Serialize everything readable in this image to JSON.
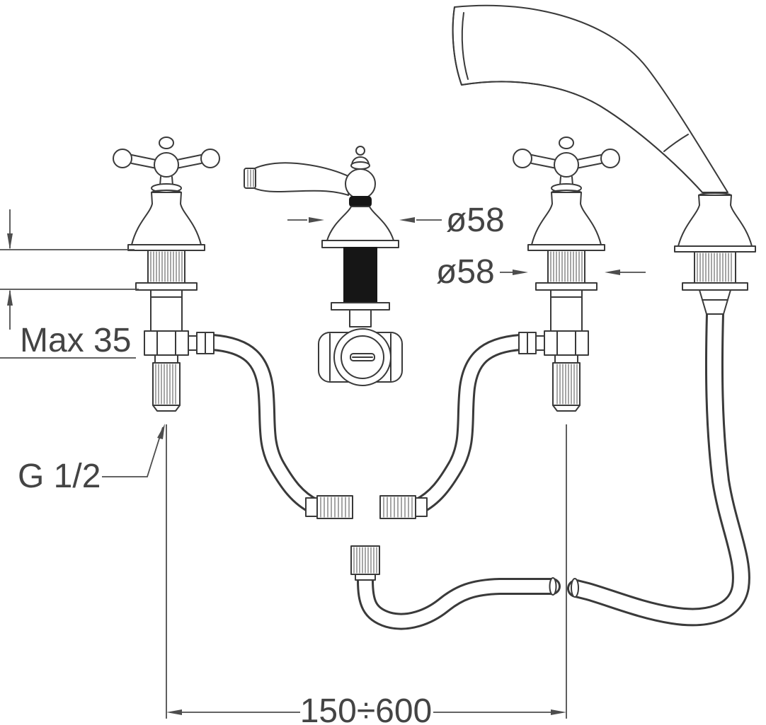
{
  "drawing": {
    "subject": "deck-mounted-bath-mixer-with-hand-shower-technical-drawing",
    "colors": {
      "line": "#3a3a3a",
      "dimension": "#4d4d4d",
      "text": "#444444",
      "dark_fill": "#161616",
      "background": "#ffffff"
    },
    "annotations": {
      "diameter_center": "ø58",
      "diameter_valve": "ø58",
      "max_deck_thickness": "Max 35",
      "thread_size": "G 1/2",
      "mounting_span": "150÷600"
    }
  }
}
